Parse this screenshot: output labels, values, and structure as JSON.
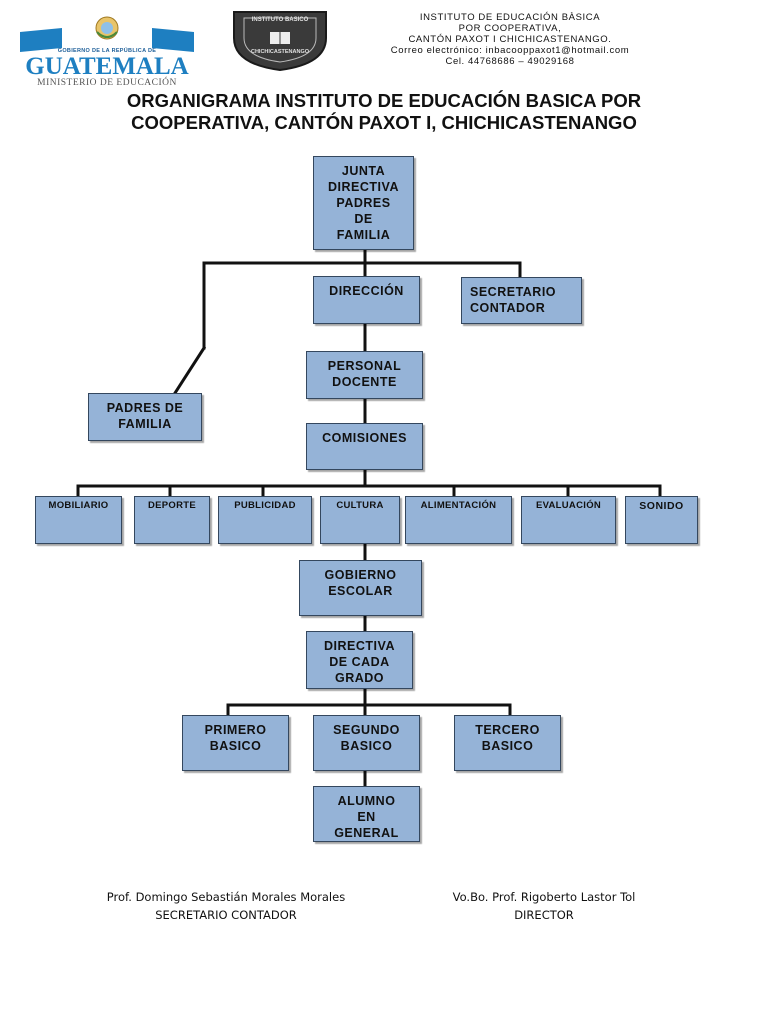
{
  "header": {
    "gov_logo": {
      "small_text": "GOBIERNO DE LA REPÚBLICA DE",
      "country": "GUATEMALA",
      "ministry": "MINISTERIO DE EDUCACIÓN"
    },
    "emblem": {
      "top_text": "INSTITUTO BASICO",
      "bottom_text": "CHICHICASTENANGO"
    },
    "institution_lines": [
      "INSTITUTO DE EDUCACIÓN BÀSICA",
      "POR COOPERATIVA,",
      "CANTÓN PAXOT I CHICHICASTENANGO.",
      "Correo electrónico: inbacooppaxot1@hotmail.com",
      "Cel. 44768686 – 49029168"
    ],
    "title_lines": [
      "ORGANIGRAMA INSTITUTO DE EDUCACIÓN BASICA POR",
      "COOPERATIVA, CANTÓN PAXOT I, CHICHICASTENANGO"
    ]
  },
  "org": {
    "junta": "JUNTA\nDIRECTIVA\nPADRES\nDE\nFAMILIA",
    "direccion": "DIRECCIÓN",
    "secretario": "SECRETARIO\nCONTADOR",
    "padres": "PADRES DE\nFAMILIA",
    "personal": "PERSONAL\nDOCENTE",
    "comisiones": "COMISIONES",
    "commissions": [
      "MOBILIARIO",
      "DEPORTE",
      "PUBLICIDAD",
      "CULTURA",
      "ALIMENTACIÓN",
      "EVALUACIÓN",
      "SONIDO"
    ],
    "gobierno": "GOBIERNO\nESCOLAR",
    "directiva": "DIRECTIVA\nDE CADA\nGRADO",
    "primero": "PRIMERO\nBASICO",
    "segundo": "SEGUNDO\nBASICO",
    "tercero": "TERCERO\nBASICO",
    "alumno": "ALUMNO\nEN\nGENERAL"
  },
  "signatures": {
    "left": {
      "name": "Prof. Domingo  Sebastián Morales  Morales",
      "role": "SECRETARIO CONTADOR"
    },
    "right": {
      "name": "Vo.Bo. Prof. Rigoberto Lastor Tol",
      "role": "DIRECTOR"
    }
  },
  "colors": {
    "box_fill": "#95b3d7",
    "box_border": "#34475e",
    "logo_blue": "#1e7fc1",
    "emblem_dark": "#3a3a3a"
  }
}
